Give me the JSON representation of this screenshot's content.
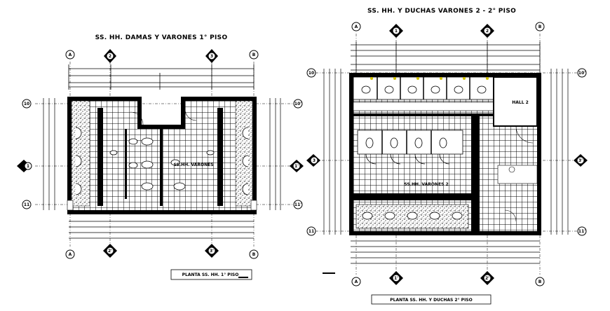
{
  "titles": {
    "left": "SS. HH. DAMAS Y VARONES 1° PISO",
    "right": "SS. HH. Y DUCHAS VARONES 2 - 2° PISO"
  },
  "captions": {
    "left": "PLANTA SS. HH. 1° PISO",
    "right": "PLANTA SS. HH. Y DUCHAS 2° PISO"
  },
  "room_labels": {
    "left_varones": "SS.HH. VARONES",
    "right_varones": "SS.HH. VARONES 2",
    "hall": "HALL 2"
  },
  "axes": {
    "left_top": [
      "A",
      "2",
      "3",
      "B"
    ],
    "left_bottom": [
      "A",
      "2'",
      "3'",
      "B"
    ],
    "left_side": [
      "10",
      "1",
      "11"
    ],
    "left_side_right": [
      "10'",
      "1'",
      "11'"
    ],
    "right_top": [
      "A",
      "1",
      "2",
      "B"
    ],
    "right_bottom": [
      "A",
      "1'",
      "2'",
      "B"
    ],
    "right_side": [
      "10",
      "3",
      "11"
    ],
    "right_side_right": [
      "10'",
      "3'",
      "11'"
    ]
  },
  "colors": {
    "ink": "#000000",
    "paper": "#ffffff",
    "fixture_accent": "#d4c400"
  }
}
